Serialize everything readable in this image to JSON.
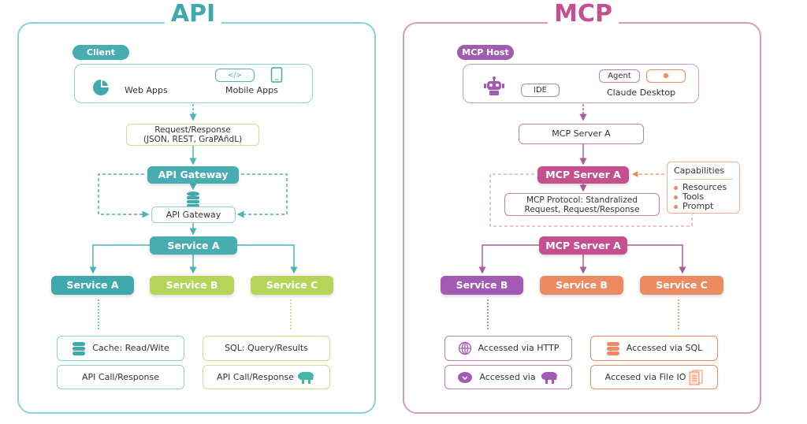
{
  "colors": {
    "api": "#3fa9ae",
    "lime": "#b5d45a",
    "mcp": "#c4508f",
    "purple": "#a35ab2",
    "orange": "#ec8b62"
  },
  "api": {
    "title": "API",
    "client_label": "Client",
    "web_apps": "Web Apps",
    "mobile_apps": "Mobile Apps",
    "code_glyph": "</>",
    "request": "Request/Response\n(JSON, REST, GraPAñdL)",
    "gateway_filled": "API Gateway",
    "gateway_outlined": "API Gateway",
    "service_top": "Service A",
    "services": [
      "Service A",
      "Service B",
      "Service C"
    ],
    "cache": "Cache: Read/Wite",
    "api_call_1": "API Call/Response",
    "sql": "SQL: Query/Results",
    "api_call_2": "API Call/Response"
  },
  "mcp": {
    "title": "MCP",
    "host_label": "MCP Host",
    "ide": "IDE",
    "agent": "Agent",
    "claude_desktop": "Claude Desktop",
    "server_outlined": "MCP Server A",
    "server_filled": "MCP Server A",
    "protocol": "MCP Protocol: Standralized\nRequest, Request/Response",
    "capabilities": {
      "title": "Capabilities",
      "items": [
        "Resources",
        "Tools",
        "Prompt"
      ]
    },
    "server_top": "MCP Server A",
    "services": [
      "Service B",
      "Service B",
      "Service C"
    ],
    "http": "Accessed via HTTP",
    "via": "Accessed via",
    "sql": "Accessed via SQL",
    "file_io": "Accesed via File IO"
  }
}
